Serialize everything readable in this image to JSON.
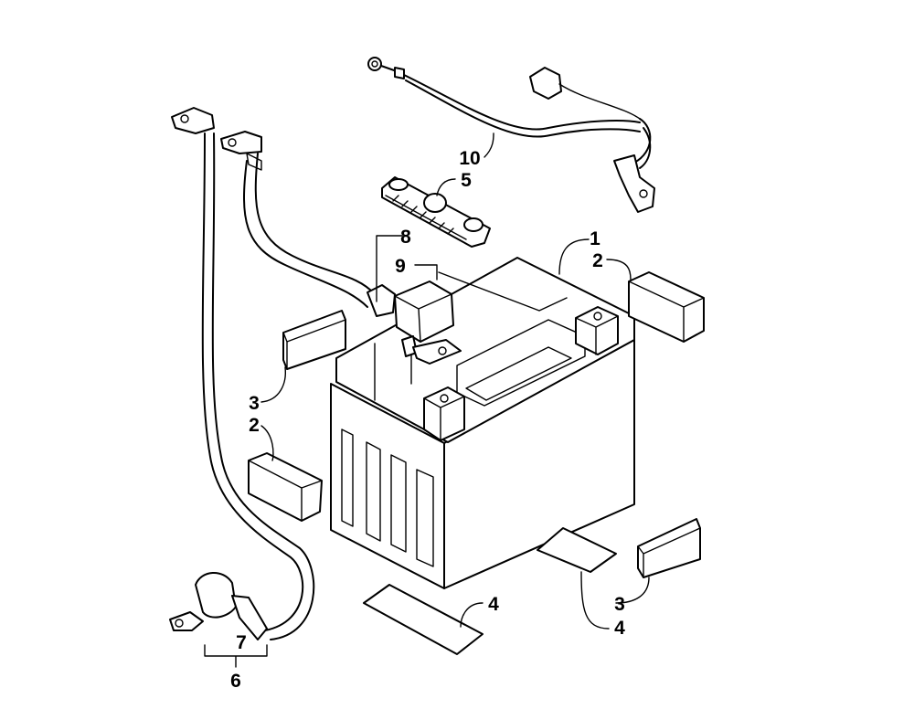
{
  "callouts": {
    "c1": "1",
    "c2a": "2",
    "c2b": "2",
    "c3a": "3",
    "c3b": "3",
    "c4a": "4",
    "c4b": "4",
    "c5": "5",
    "c6": "6",
    "c7": "7",
    "c8": "8",
    "c9": "9",
    "c10": "10"
  }
}
